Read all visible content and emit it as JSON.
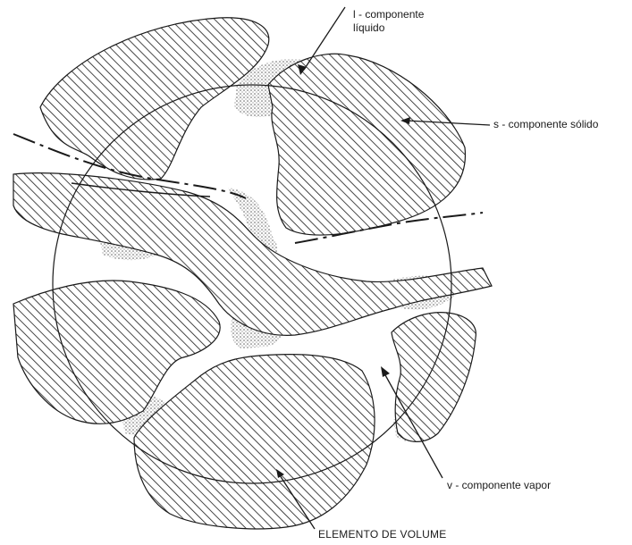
{
  "labels": {
    "liquid_line1": "l - componente",
    "liquid_line2": "líquido",
    "solid": "s - componente sólido",
    "vapor": "v - componente vapor",
    "volume_element": "ELEMENTO DE VOLUME"
  },
  "colors": {
    "ink": "#1a1a1a",
    "background": "#ffffff",
    "stipple": "#555555"
  }
}
